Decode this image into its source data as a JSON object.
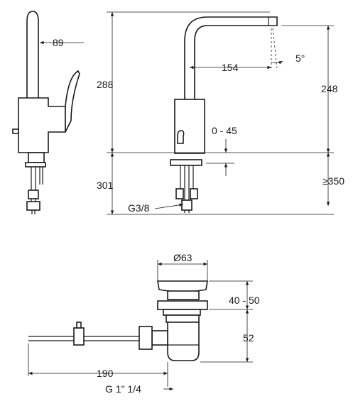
{
  "dims": {
    "lever_offset": "89",
    "total_height": "288",
    "spout_reach": "154",
    "tilt_angle": "5°",
    "spout_height": "248",
    "deck_range": "0 - 45",
    "below_deck": "301",
    "min_clearance": "≥350",
    "thread": "G3/8",
    "waste_diameter": "Ø63",
    "waste_range": "40 - 50",
    "waste_height": "52",
    "rod_length": "190",
    "waste_thread": "G 1\" 1/4"
  }
}
